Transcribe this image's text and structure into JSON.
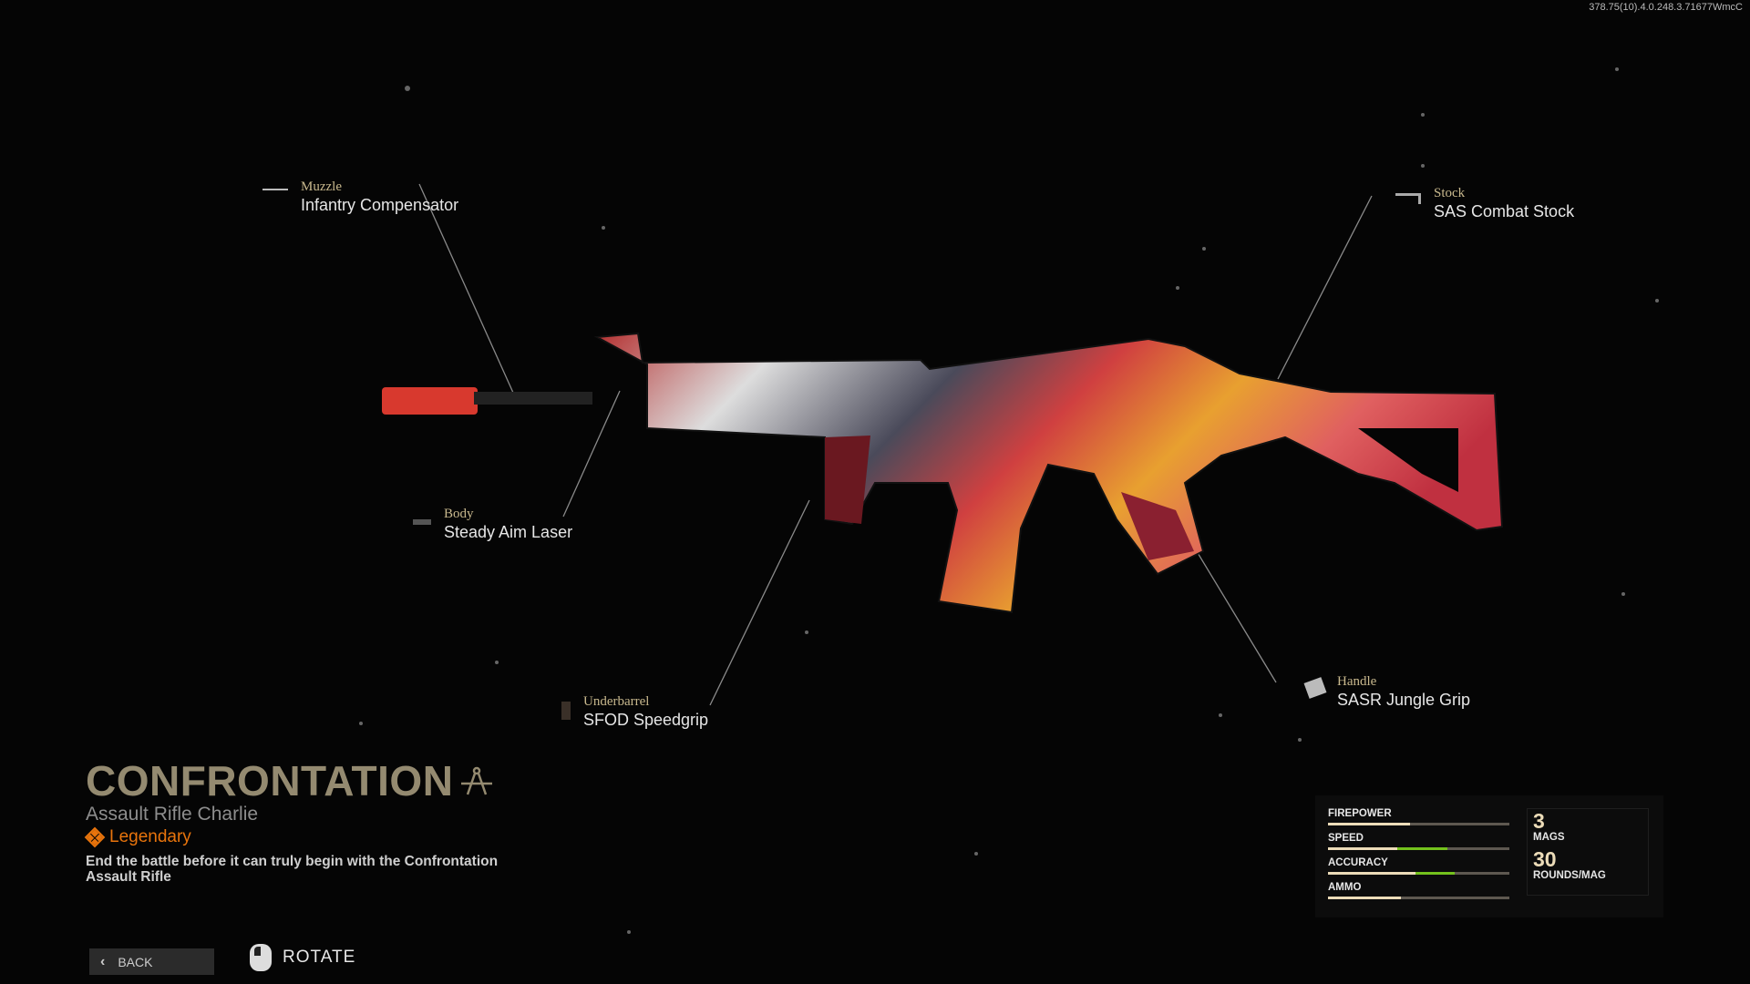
{
  "version": "378.75(10).4.0.248.3.71677WmcC",
  "attachments": [
    {
      "category": "Muzzle",
      "name": "Infantry Compensator"
    },
    {
      "category": "Stock",
      "name": "SAS Combat Stock"
    },
    {
      "category": "Body",
      "name": "Steady Aim Laser"
    },
    {
      "category": "Underbarrel",
      "name": "SFOD Speedgrip"
    },
    {
      "category": "Handle",
      "name": "SASR Jungle Grip"
    }
  ],
  "weapon": {
    "title": "CONFRONTATION",
    "subtitle": "Assault Rifle Charlie",
    "rarity": "Legendary",
    "rarity_color": "#e8740c",
    "description": "End the battle before it can truly begin with the Confrontation Assault Rifle"
  },
  "footer": {
    "back": "BACK",
    "rotate": "ROTATE"
  },
  "stats": {
    "items": [
      {
        "label": "FIREPOWER",
        "base": 45,
        "boost": 0
      },
      {
        "label": "SPEED",
        "base": 38,
        "boost": 28
      },
      {
        "label": "ACCURACY",
        "base": 48,
        "boost": 22
      },
      {
        "label": "AMMO",
        "base": 40,
        "boost": 0
      }
    ],
    "mags": "3",
    "mags_label": "MAGS",
    "rounds": "30",
    "rounds_label": "ROUNDS/MAG"
  }
}
